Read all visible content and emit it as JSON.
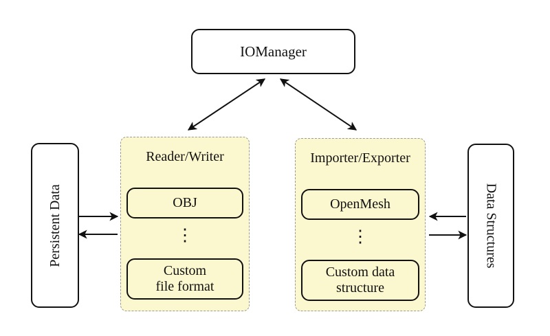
{
  "diagram": {
    "iomanager_label": "IOManager",
    "persistent_data_label": "Persistent Data",
    "data_structures_label": "Data Structures",
    "reader_writer": {
      "title": "Reader/Writer",
      "box1_lines": [
        "OBJ"
      ],
      "dots": "⋮",
      "box2_lines": [
        "Custom",
        "file format"
      ]
    },
    "importer_exporter": {
      "title": "Importer/Exporter",
      "box1_lines": [
        "OpenMesh"
      ],
      "dots": "⋮",
      "box2_lines": [
        "Custom data",
        "structure"
      ]
    },
    "arrows": {
      "iomanager_reader_writer": "bidirectional",
      "iomanager_importer_exporter": "bidirectional",
      "persistent_to_readerwriter": "right",
      "readerwriter_to_persistent": "left",
      "datastructures_to_importerexporter": "left",
      "importerexporter_to_datastructures": "right"
    },
    "colors": {
      "group_fill": "#FBF7CE",
      "stroke": "#111111",
      "dashed_border": "#9b9b92",
      "background": "#FFFFFF"
    }
  }
}
